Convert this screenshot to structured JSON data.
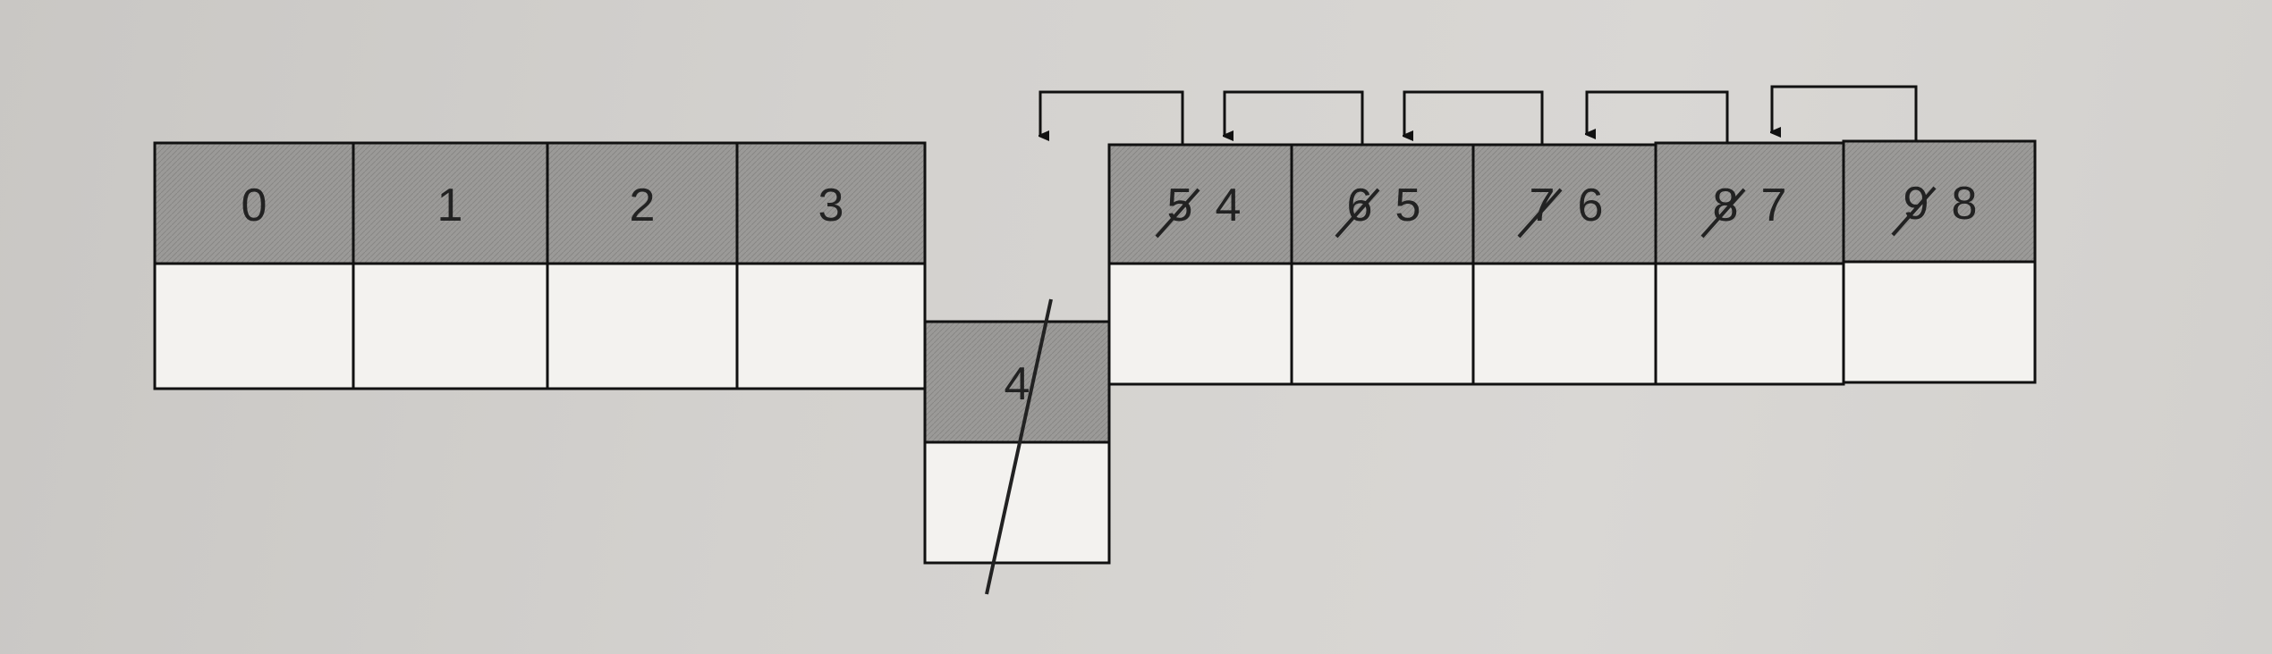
{
  "left_cells": [
    "0",
    "1",
    "2",
    "3"
  ],
  "removed_cell": "4",
  "shifted_cells": [
    {
      "old": "5",
      "new": "4"
    },
    {
      "old": "6",
      "new": "5"
    },
    {
      "old": "7",
      "new": "6"
    },
    {
      "old": "8",
      "new": "7"
    },
    {
      "old": "9",
      "new": "8"
    }
  ]
}
